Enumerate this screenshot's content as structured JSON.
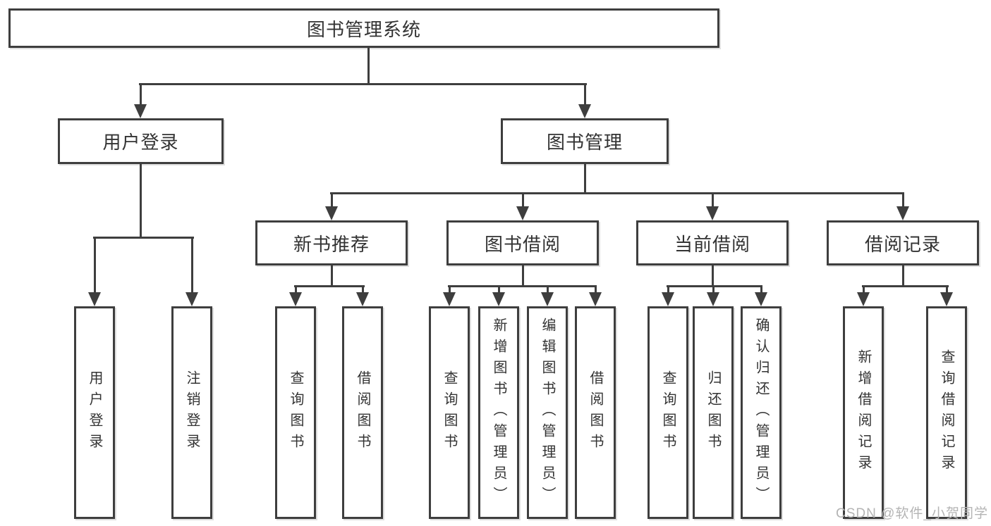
{
  "root": {
    "label": "图书管理系统",
    "children": [
      {
        "label": "用户登录",
        "children": [
          {
            "label": "用户登录"
          },
          {
            "label": "注销登录"
          }
        ]
      },
      {
        "label": "图书管理",
        "children": [
          {
            "label": "新书推荐",
            "children": [
              {
                "label": "查询图书"
              },
              {
                "label": "借阅图书"
              }
            ]
          },
          {
            "label": "图书借阅",
            "children": [
              {
                "label": "查询图书"
              },
              {
                "label": "新增图书（管理员）"
              },
              {
                "label": "编辑图书（管理员）"
              },
              {
                "label": "借阅图书"
              }
            ]
          },
          {
            "label": "当前借阅",
            "children": [
              {
                "label": "查询图书"
              },
              {
                "label": "归还图书"
              },
              {
                "label": "确认归还（管理员）"
              }
            ]
          },
          {
            "label": "借阅记录",
            "children": [
              {
                "label": "新增借阅记录"
              },
              {
                "label": "查询借阅记录"
              }
            ]
          }
        ]
      }
    ]
  },
  "watermark": "CSDN @软件_小贺同学",
  "colors": {
    "line": "#3e3e3e",
    "text": "#333333",
    "watermark": "#b4b4b4",
    "background": "#ffffff"
  }
}
